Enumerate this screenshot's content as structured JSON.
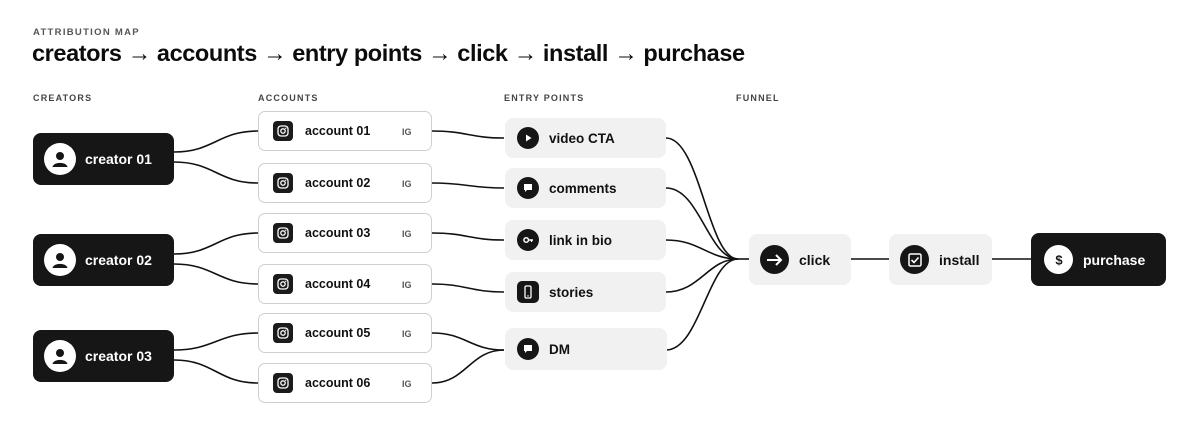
{
  "header": {
    "eyebrow": "ATTRIBUTION MAP",
    "title": "creators → accounts → entry points → click → install → purchase"
  },
  "columns": {
    "creators": "CREATORS",
    "accounts": "ACCOUNTS",
    "entry_points": "ENTRY POINTS",
    "funnel": "FUNNEL"
  },
  "creators": [
    {
      "label": "creator 01",
      "icon": "user-icon"
    },
    {
      "label": "creator 02",
      "icon": "user-icon"
    },
    {
      "label": "creator 03",
      "icon": "user-icon"
    }
  ],
  "accounts": [
    {
      "label": "account 01",
      "platform": "IG",
      "icon": "instagram-icon"
    },
    {
      "label": "account 02",
      "platform": "IG",
      "icon": "instagram-icon"
    },
    {
      "label": "account 03",
      "platform": "IG",
      "icon": "instagram-icon"
    },
    {
      "label": "account 04",
      "platform": "IG",
      "icon": "instagram-icon"
    },
    {
      "label": "account 05",
      "platform": "IG",
      "icon": "instagram-icon"
    },
    {
      "label": "account 06",
      "platform": "IG",
      "icon": "instagram-icon"
    }
  ],
  "entry_points": [
    {
      "label": "video CTA",
      "icon": "play-icon"
    },
    {
      "label": "comments",
      "icon": "comment-icon"
    },
    {
      "label": "link in bio",
      "icon": "link-icon"
    },
    {
      "label": "stories",
      "icon": "phone-icon"
    },
    {
      "label": "DM",
      "icon": "message-icon"
    }
  ],
  "funnel": [
    {
      "label": "click",
      "icon": "arrow-right-icon"
    },
    {
      "label": "install",
      "icon": "checkbox-icon"
    },
    {
      "label": "purchase",
      "icon": "dollar-icon"
    }
  ],
  "colors": {
    "node_dark": "#161616",
    "node_light": "#f1f1f1",
    "line": "#111111"
  }
}
